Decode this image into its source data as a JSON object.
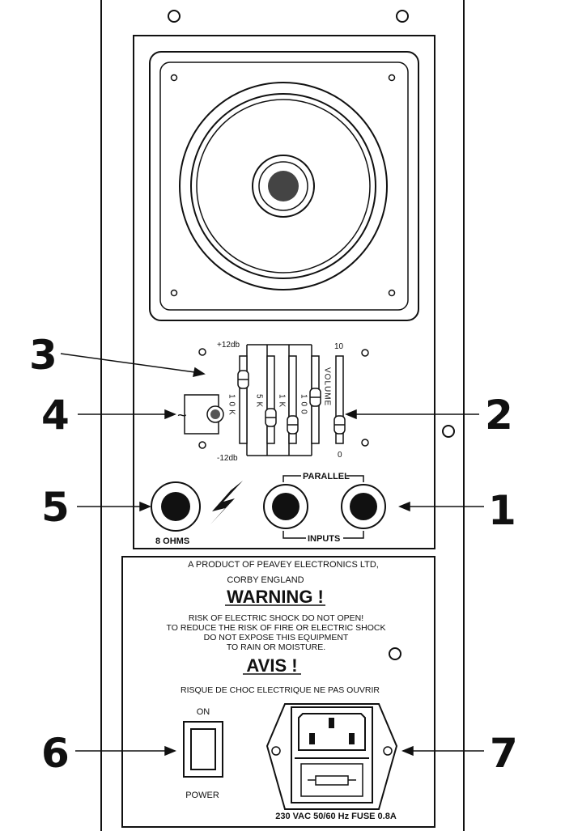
{
  "callouts": {
    "n1": "1",
    "n2": "2",
    "n3": "3",
    "n4": "4",
    "n5": "5",
    "n6": "6",
    "n7": "7"
  },
  "eq": {
    "top": "+12db",
    "bottom": "-12db",
    "band1": "10K",
    "band2": "5K",
    "band3": "1K",
    "band4": "100",
    "volume_word": "VOLUME",
    "vol_max": "10",
    "vol_min": "0"
  },
  "wave_symbol": "~",
  "speaker_label": "8 OHMS",
  "parallel_label": "PARALLEL",
  "inputs_label": "INPUTS",
  "info": {
    "line1": "A PRODUCT OF PEAVEY ELECTRONICS LTD,",
    "line2": "CORBY ENGLAND",
    "warning": "WARNING !",
    "w1": "RISK OF ELECTRIC SHOCK DO NOT OPEN!",
    "w2": "TO REDUCE THE RISK OF FIRE OR ELECTRIC SHOCK",
    "w3": "DO NOT EXPOSE THIS EQUIPMENT",
    "w4": "TO RAIN OR MOISTURE.",
    "avis": "AVIS !",
    "avis_text": "RISQUE DE CHOC ELECTRIQUE NE PAS OUVRIR"
  },
  "power": {
    "on": "ON",
    "label": "POWER"
  },
  "fuse_label": "230 VAC 50/60 Hz FUSE 0.8A"
}
